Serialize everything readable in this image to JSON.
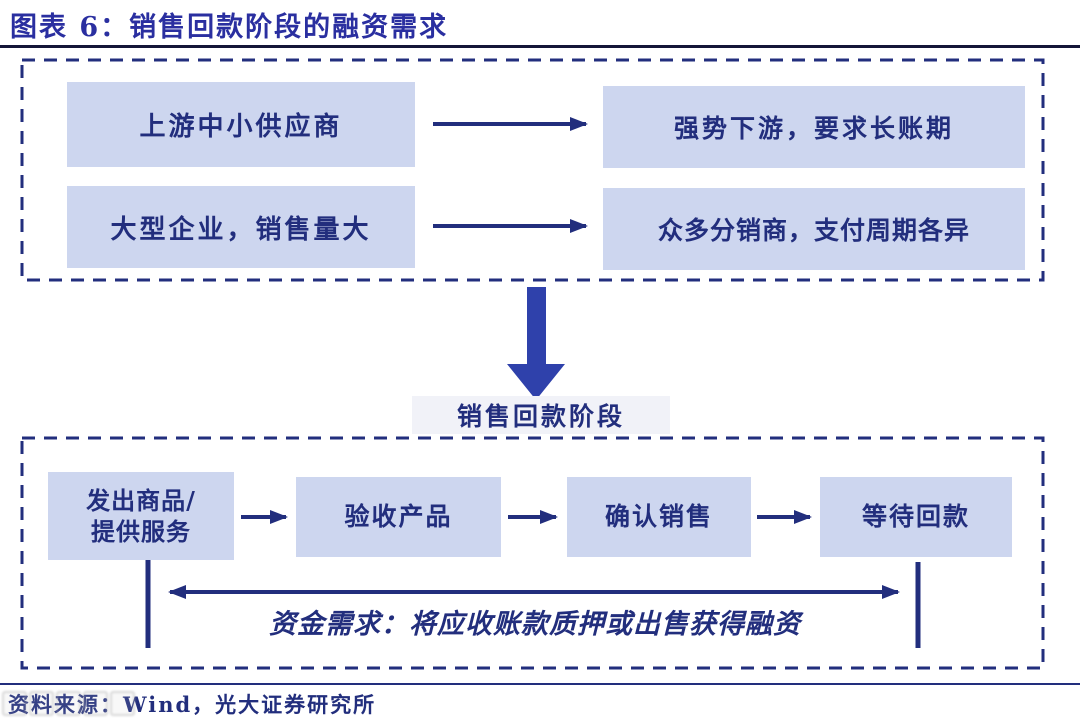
{
  "figure": {
    "title": "图表 6：销售回款阶段的融资需求",
    "source": "资料来源：Wind，光大证券研究所"
  },
  "top_flow": {
    "rows": [
      {
        "from": "上游中小供应商",
        "to": "强势下游，要求长账期"
      },
      {
        "from": "大型企业，销售量大",
        "to": "众多分销商，支付周期各异"
      }
    ]
  },
  "stage_label": "销售回款阶段",
  "bottom_flow": {
    "steps": [
      "发出商品/\n提供服务",
      "验收产品",
      "确认销售",
      "等待回款"
    ],
    "funding_note": "资金需求：将应收账款质押或出售获得融资"
  },
  "colors": {
    "navy": "#222e7d",
    "title-blue": "#2a2fa0",
    "box-fill": "#cdd6ef",
    "arrow-blue": "#2f41ab",
    "rule-dark": "#141538",
    "label-bg": "#f1f2f8",
    "watermark-gray": "#b3b3b3"
  }
}
